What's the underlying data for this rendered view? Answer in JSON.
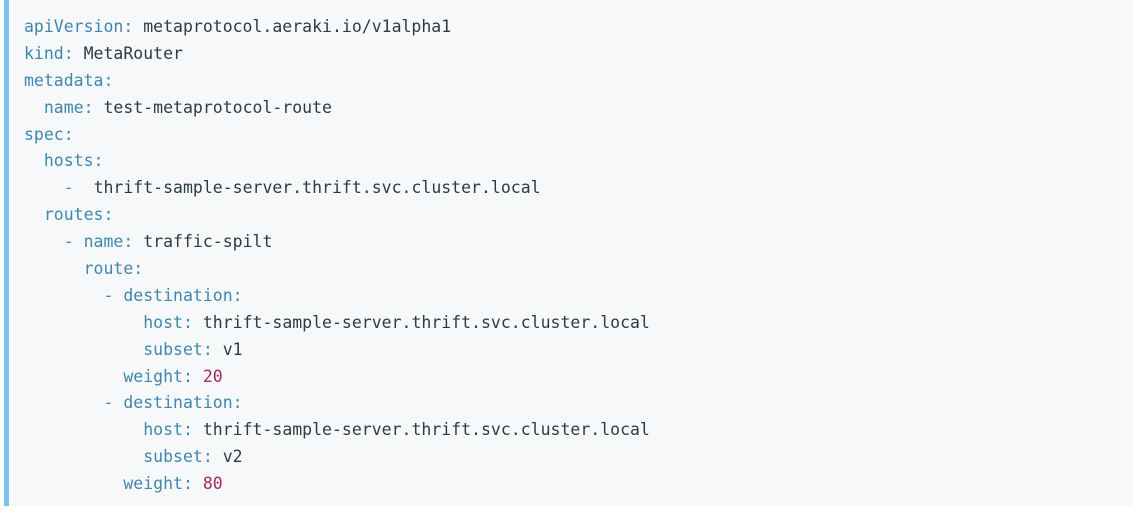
{
  "colors": {
    "page_background": "#ffffff",
    "block_background": "#f6f8fa",
    "accent_bar": "#7ec1ea",
    "key": "#3f87ad",
    "value": "#2d3b45",
    "number": "#a9265c"
  },
  "code_block": {
    "language": "yaml",
    "raw_text": "apiVersion: metaprotocol.aeraki.io/v1alpha1\nkind: MetaRouter\nmetadata:\n  name: test-metaprotocol-route\nspec:\n  hosts:\n    - thrift-sample-server.thrift.svc.cluster.local\n  routes:\n    - name: traffic-spilt\n      route:\n        - destination:\n            host: thrift-sample-server.thrift.svc.cluster.local\n            subset: v1\n          weight: 20\n        - destination:\n            host: thrift-sample-server.thrift.svc.cluster.local\n            subset: v2\n          weight: 80",
    "lines": [
      {
        "indent": "",
        "dash": "",
        "key": "apiVersion",
        "colon": ":",
        "value": "metaprotocol.aeraki.io/v1alpha1",
        "value_kind": "string"
      },
      {
        "indent": "",
        "dash": "",
        "key": "kind",
        "colon": ":",
        "value": "MetaRouter",
        "value_kind": "string"
      },
      {
        "indent": "",
        "dash": "",
        "key": "metadata",
        "colon": ":",
        "value": "",
        "value_kind": "none"
      },
      {
        "indent": "  ",
        "dash": "",
        "key": "name",
        "colon": ":",
        "value": "test-metaprotocol-route",
        "value_kind": "string"
      },
      {
        "indent": "",
        "dash": "",
        "key": "spec",
        "colon": ":",
        "value": "",
        "value_kind": "none"
      },
      {
        "indent": "  ",
        "dash": "",
        "key": "hosts",
        "colon": ":",
        "value": "",
        "value_kind": "none"
      },
      {
        "indent": "    ",
        "dash": "- ",
        "key": "",
        "colon": "",
        "value": "thrift-sample-server.thrift.svc.cluster.local",
        "value_kind": "string"
      },
      {
        "indent": "  ",
        "dash": "",
        "key": "routes",
        "colon": ":",
        "value": "",
        "value_kind": "none"
      },
      {
        "indent": "    ",
        "dash": "- ",
        "key": "name",
        "colon": ":",
        "value": "traffic-spilt",
        "value_kind": "string"
      },
      {
        "indent": "      ",
        "dash": "",
        "key": "route",
        "colon": ":",
        "value": "",
        "value_kind": "none"
      },
      {
        "indent": "        ",
        "dash": "- ",
        "key": "destination",
        "colon": ":",
        "value": "",
        "value_kind": "none"
      },
      {
        "indent": "            ",
        "dash": "",
        "key": "host",
        "colon": ":",
        "value": "thrift-sample-server.thrift.svc.cluster.local",
        "value_kind": "string"
      },
      {
        "indent": "            ",
        "dash": "",
        "key": "subset",
        "colon": ":",
        "value": "v1",
        "value_kind": "string"
      },
      {
        "indent": "          ",
        "dash": "",
        "key": "weight",
        "colon": ":",
        "value": "20",
        "value_kind": "number"
      },
      {
        "indent": "        ",
        "dash": "- ",
        "key": "destination",
        "colon": ":",
        "value": "",
        "value_kind": "none"
      },
      {
        "indent": "            ",
        "dash": "",
        "key": "host",
        "colon": ":",
        "value": "thrift-sample-server.thrift.svc.cluster.local",
        "value_kind": "string"
      },
      {
        "indent": "            ",
        "dash": "",
        "key": "subset",
        "colon": ":",
        "value": "v2",
        "value_kind": "string"
      },
      {
        "indent": "          ",
        "dash": "",
        "key": "weight",
        "colon": ":",
        "value": "80",
        "value_kind": "number"
      }
    ]
  }
}
